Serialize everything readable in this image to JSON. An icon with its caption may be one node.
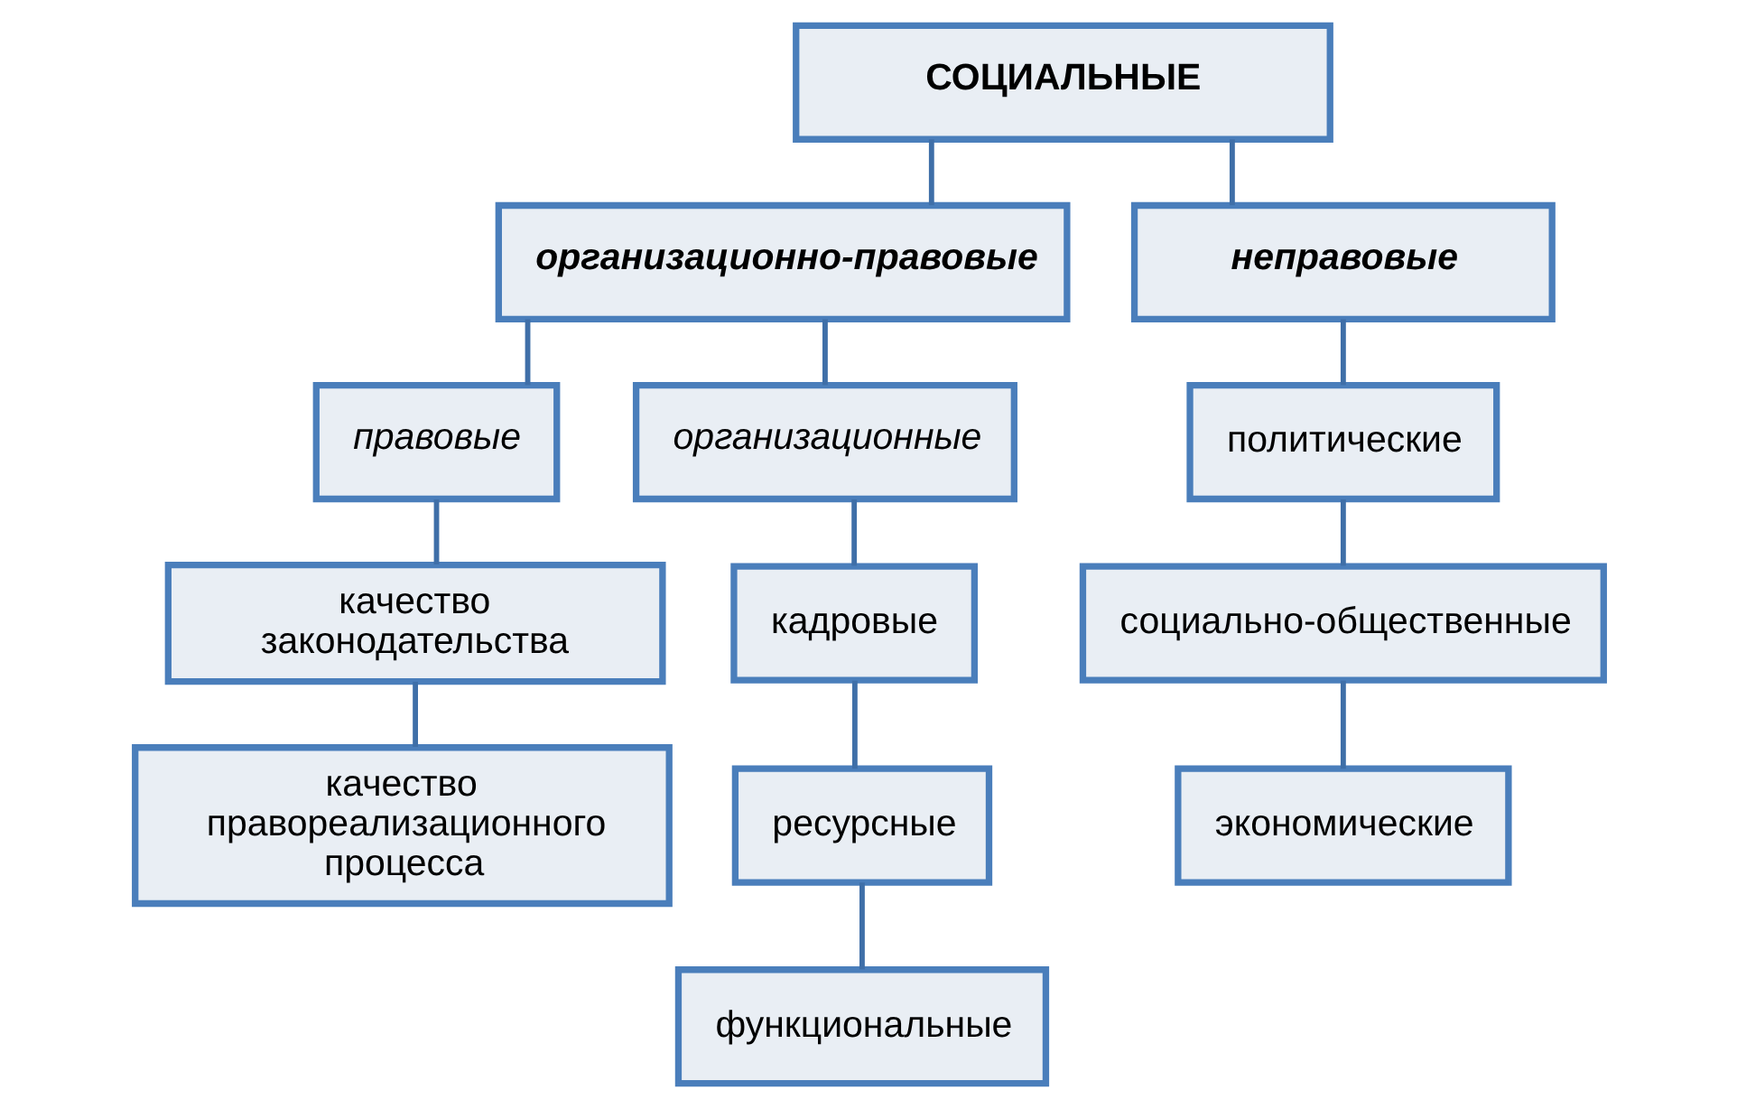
{
  "diagram": {
    "nodes": [
      {
        "text": [
          "СОЦИАЛЬНЫЕ"
        ]
      },
      {
        "text": [
          "организационно-правовые"
        ]
      },
      {
        "text": [
          "неправовые"
        ]
      },
      {
        "text": [
          "правовые"
        ]
      },
      {
        "text": [
          "организационные"
        ]
      },
      {
        "text": [
          "качество законодательства"
        ]
      },
      {
        "text": [
          "качество правореализационного процесса"
        ]
      },
      {
        "text": [
          "кадровые"
        ]
      },
      {
        "text": [
          "ресурсные"
        ]
      },
      {
        "text": [
          "функциональные"
        ]
      },
      {
        "text": [
          "политические"
        ]
      },
      {
        "text": [
          "социально-общественные"
        ]
      },
      {
        "text": [
          "экономические"
        ]
      }
    ],
    "edges": [
      {
        "from": 0,
        "to": 1,
        "arrow": "none"
      },
      {
        "from": 0,
        "to": 2,
        "arrow": "none"
      },
      {
        "from": 1,
        "to": 3,
        "arrow": "none"
      },
      {
        "from": 1,
        "to": 4,
        "arrow": "none"
      },
      {
        "from": 3,
        "to": 5,
        "arrow": "none"
      },
      {
        "from": 5,
        "to": 6,
        "arrow": "none"
      },
      {
        "from": 4,
        "to": 7,
        "arrow": "none"
      },
      {
        "from": 7,
        "to": 8,
        "arrow": "none"
      },
      {
        "from": 8,
        "to": 9,
        "arrow": "none"
      },
      {
        "from": 2,
        "to": 10,
        "arrow": "none"
      },
      {
        "from": 10,
        "to": 11,
        "arrow": "none"
      },
      {
        "from": 11,
        "to": 12,
        "arrow": "none"
      }
    ]
  }
}
